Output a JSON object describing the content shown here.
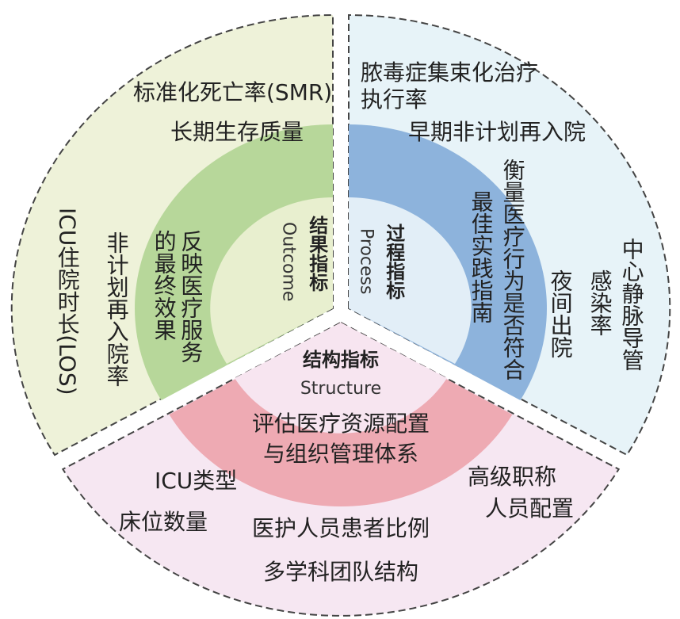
{
  "colors": {
    "outcome_outer": "#eef2d9",
    "outcome_ring": "#b7d79a",
    "outcome_inner": "#e8efcf",
    "process_outer": "#e7f3f8",
    "process_ring": "#8db3dc",
    "process_inner": "#e2eef7",
    "structure_outer": "#f6e7f2",
    "structure_ring": "#eeaab3",
    "structure_inner": "#f7e5f0",
    "border": "#444444"
  },
  "outcome": {
    "title": "结果指标",
    "title_en": "Outcome",
    "ring_text": "反映医疗服务的最终效果",
    "items": [
      "标准化死亡率(SMR)",
      "长期生存质量",
      "ICU住院时长(LOS)",
      "非计划再入院率"
    ]
  },
  "process": {
    "title": "过程指标",
    "title_en": "Process",
    "ring_text_1": "衡量医疗行为是否符合",
    "ring_text_2": "最佳实践指南",
    "items": [
      "脓毒症集束化治疗执行率",
      "早期非计划再入院",
      "中心静脉导管",
      "感染率",
      "夜间出院"
    ]
  },
  "structure": {
    "title": "结构指标",
    "title_en": "Structure",
    "ring_text_1": "评估医疗资源配置",
    "ring_text_2": "与组织管理体系",
    "items": [
      "ICU类型",
      "床位数量",
      "医护人员患者比例",
      "多学科团队结构",
      "高级职称",
      "人员配置"
    ]
  }
}
